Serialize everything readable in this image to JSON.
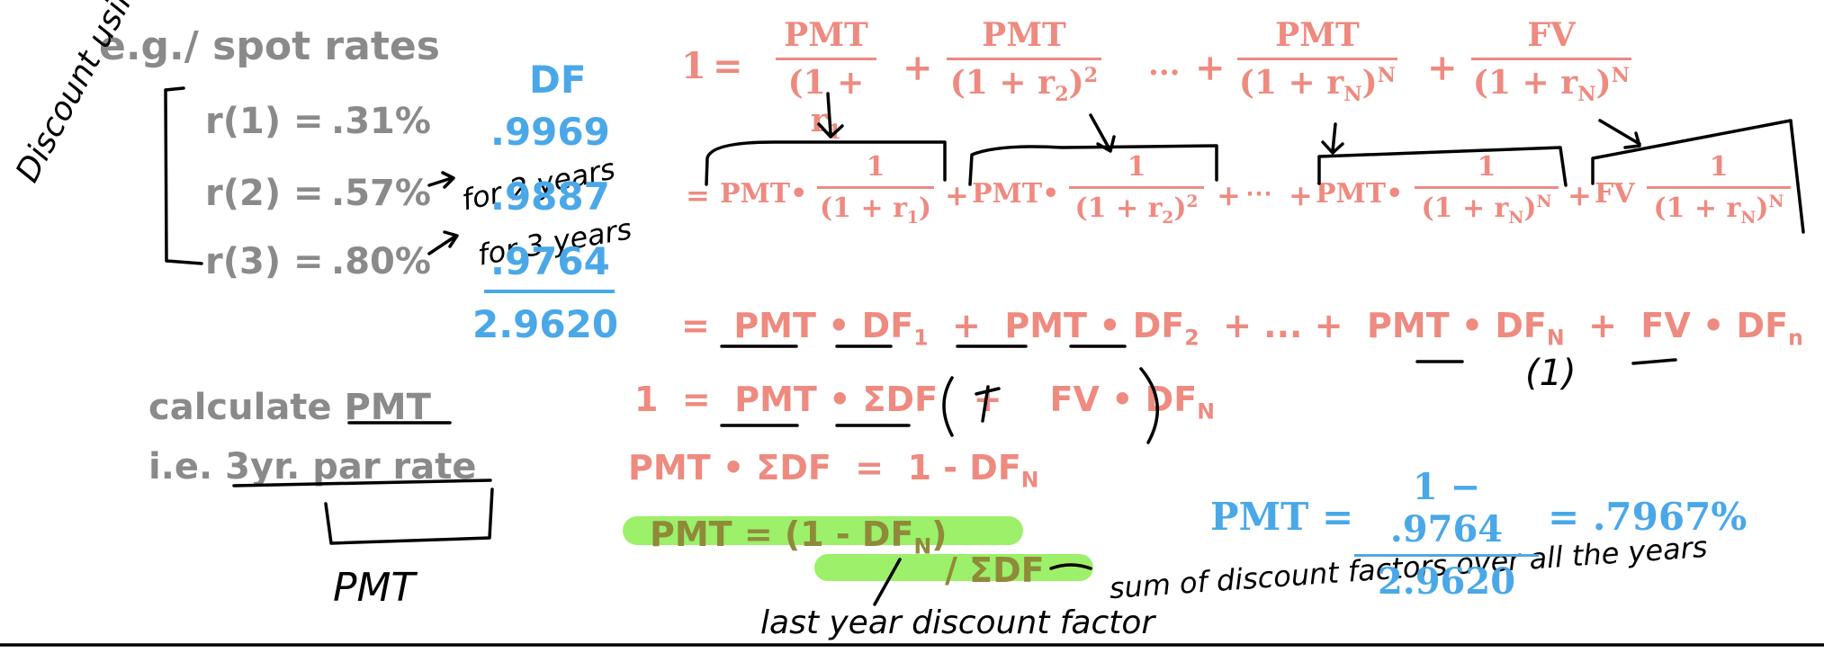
{
  "left": {
    "heading": "e.g./ spot rates",
    "side_note": "Discount using $",
    "rates": [
      {
        "label": "r(1) =",
        "value": ".31%"
      },
      {
        "label": "r(2) =",
        "value": ".57%"
      },
      {
        "label": "r(3) =",
        "value": ".80%"
      }
    ],
    "annotations": {
      "r2": "for 2 years",
      "r3": "for 3 years"
    },
    "calc_label": "calculate ",
    "calc_target": "PMT",
    "ie_label": "i.e. ",
    "ie_target": "3yr. par rate",
    "brace_note": "PMT"
  },
  "df_column": {
    "header": "DF",
    "values": [
      ".9969",
      ".9887",
      ".9764"
    ],
    "total": "2.9620"
  },
  "formulas": {
    "one": "1",
    "eq": "=",
    "plus": "+",
    "dots": "...",
    "cdots": "⋯",
    "pmt": "PMT",
    "fv": "FV",
    "num_one": "1",
    "den1": "(1 + r",
    "den_r": "r",
    "sub1": "1",
    "sub2": "2",
    "subN": "N",
    "sup2": "2",
    "supN": "N",
    "close": ")",
    "dot": "•",
    "df": "DF",
    "sub_n": "n",
    "sigma_df": "ΣDF",
    "one_over_note": "(1)",
    "line5_right": "(1 - DF",
    "minus_one": "1 - DF",
    "pmt_eq": "PMT = (1 - DF",
    "over_sigma": "/ ΣDF",
    "note_sum": "sum of discount factors over all the years",
    "note_last": "last year discount factor"
  },
  "result": {
    "lhs": "PMT =",
    "numerator": "1 − .9764",
    "denominator": "2.9620",
    "rhs": "= .7967%"
  }
}
